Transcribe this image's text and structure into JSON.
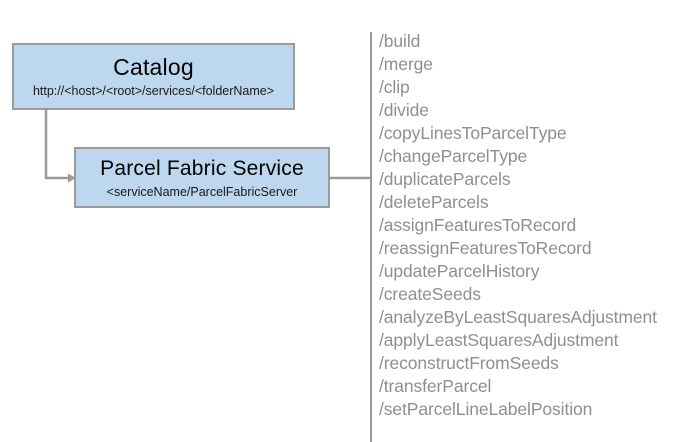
{
  "diagram": {
    "type": "service-architecture-diagram",
    "colors": {
      "box_fill": "#bdd7ee",
      "box_border": "#9a9a9a",
      "connector": "#9a9a9a",
      "divider": "#9a9a9a",
      "list_text": "#8f8f8f",
      "title_text": "#000000"
    },
    "nodes": [
      {
        "id": "catalog",
        "title": "Catalog",
        "subtitle": "http://<host>/<root>/services/<folderName>"
      },
      {
        "id": "parcel-fabric-service",
        "title": "Parcel Fabric Service",
        "subtitle": "<serviceName/ParcelFabricServer"
      }
    ],
    "operations": [
      "/build",
      "/merge",
      "/clip",
      "/divide",
      "/copyLinesToParcelType",
      "/changeParcelType",
      "/duplicateParcels",
      "/deleteParcels",
      "/assignFeaturesToRecord",
      "/reassignFeaturesToRecord",
      "/updateParcelHistory",
      "/createSeeds",
      "/analyzeByLeastSquaresAdjustment",
      "/applyLeastSquaresAdjustment",
      "/reconstructFromSeeds",
      "/transferParcel",
      "/setParcelLineLabelPosition"
    ]
  }
}
